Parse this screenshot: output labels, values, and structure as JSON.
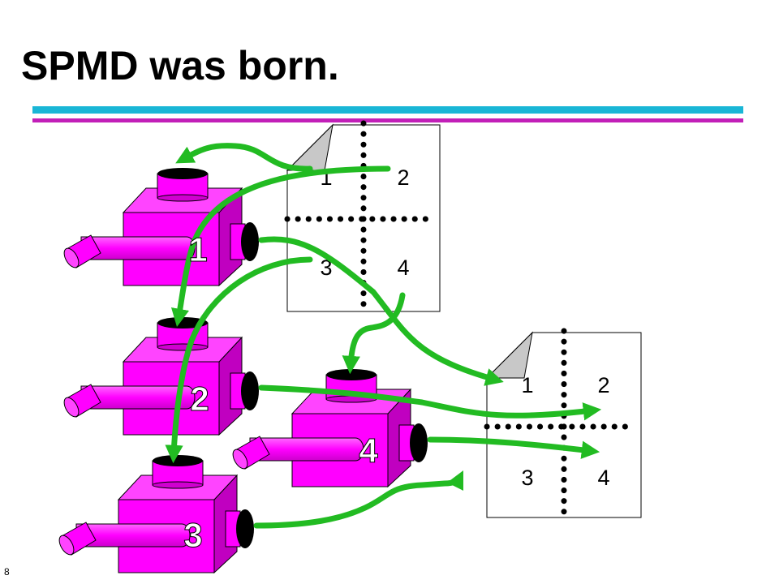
{
  "slide": {
    "title": "SPMD was born.",
    "page_number": "8"
  },
  "colors": {
    "accent_bar_cyan": "#19b6d6",
    "accent_bar_magenta": "#c21fb8",
    "processor_fill": "#ff00ff",
    "arrow": "#22bb22",
    "document_grid": "#000000"
  },
  "documents": [
    {
      "name": "input-document",
      "quadrants": [
        "1",
        "2",
        "3",
        "4"
      ]
    },
    {
      "name": "output-document",
      "quadrants": [
        "1",
        "2",
        "3",
        "4"
      ]
    }
  ],
  "processors": [
    {
      "label": "1"
    },
    {
      "label": "2"
    },
    {
      "label": "3"
    },
    {
      "label": "4"
    }
  ]
}
